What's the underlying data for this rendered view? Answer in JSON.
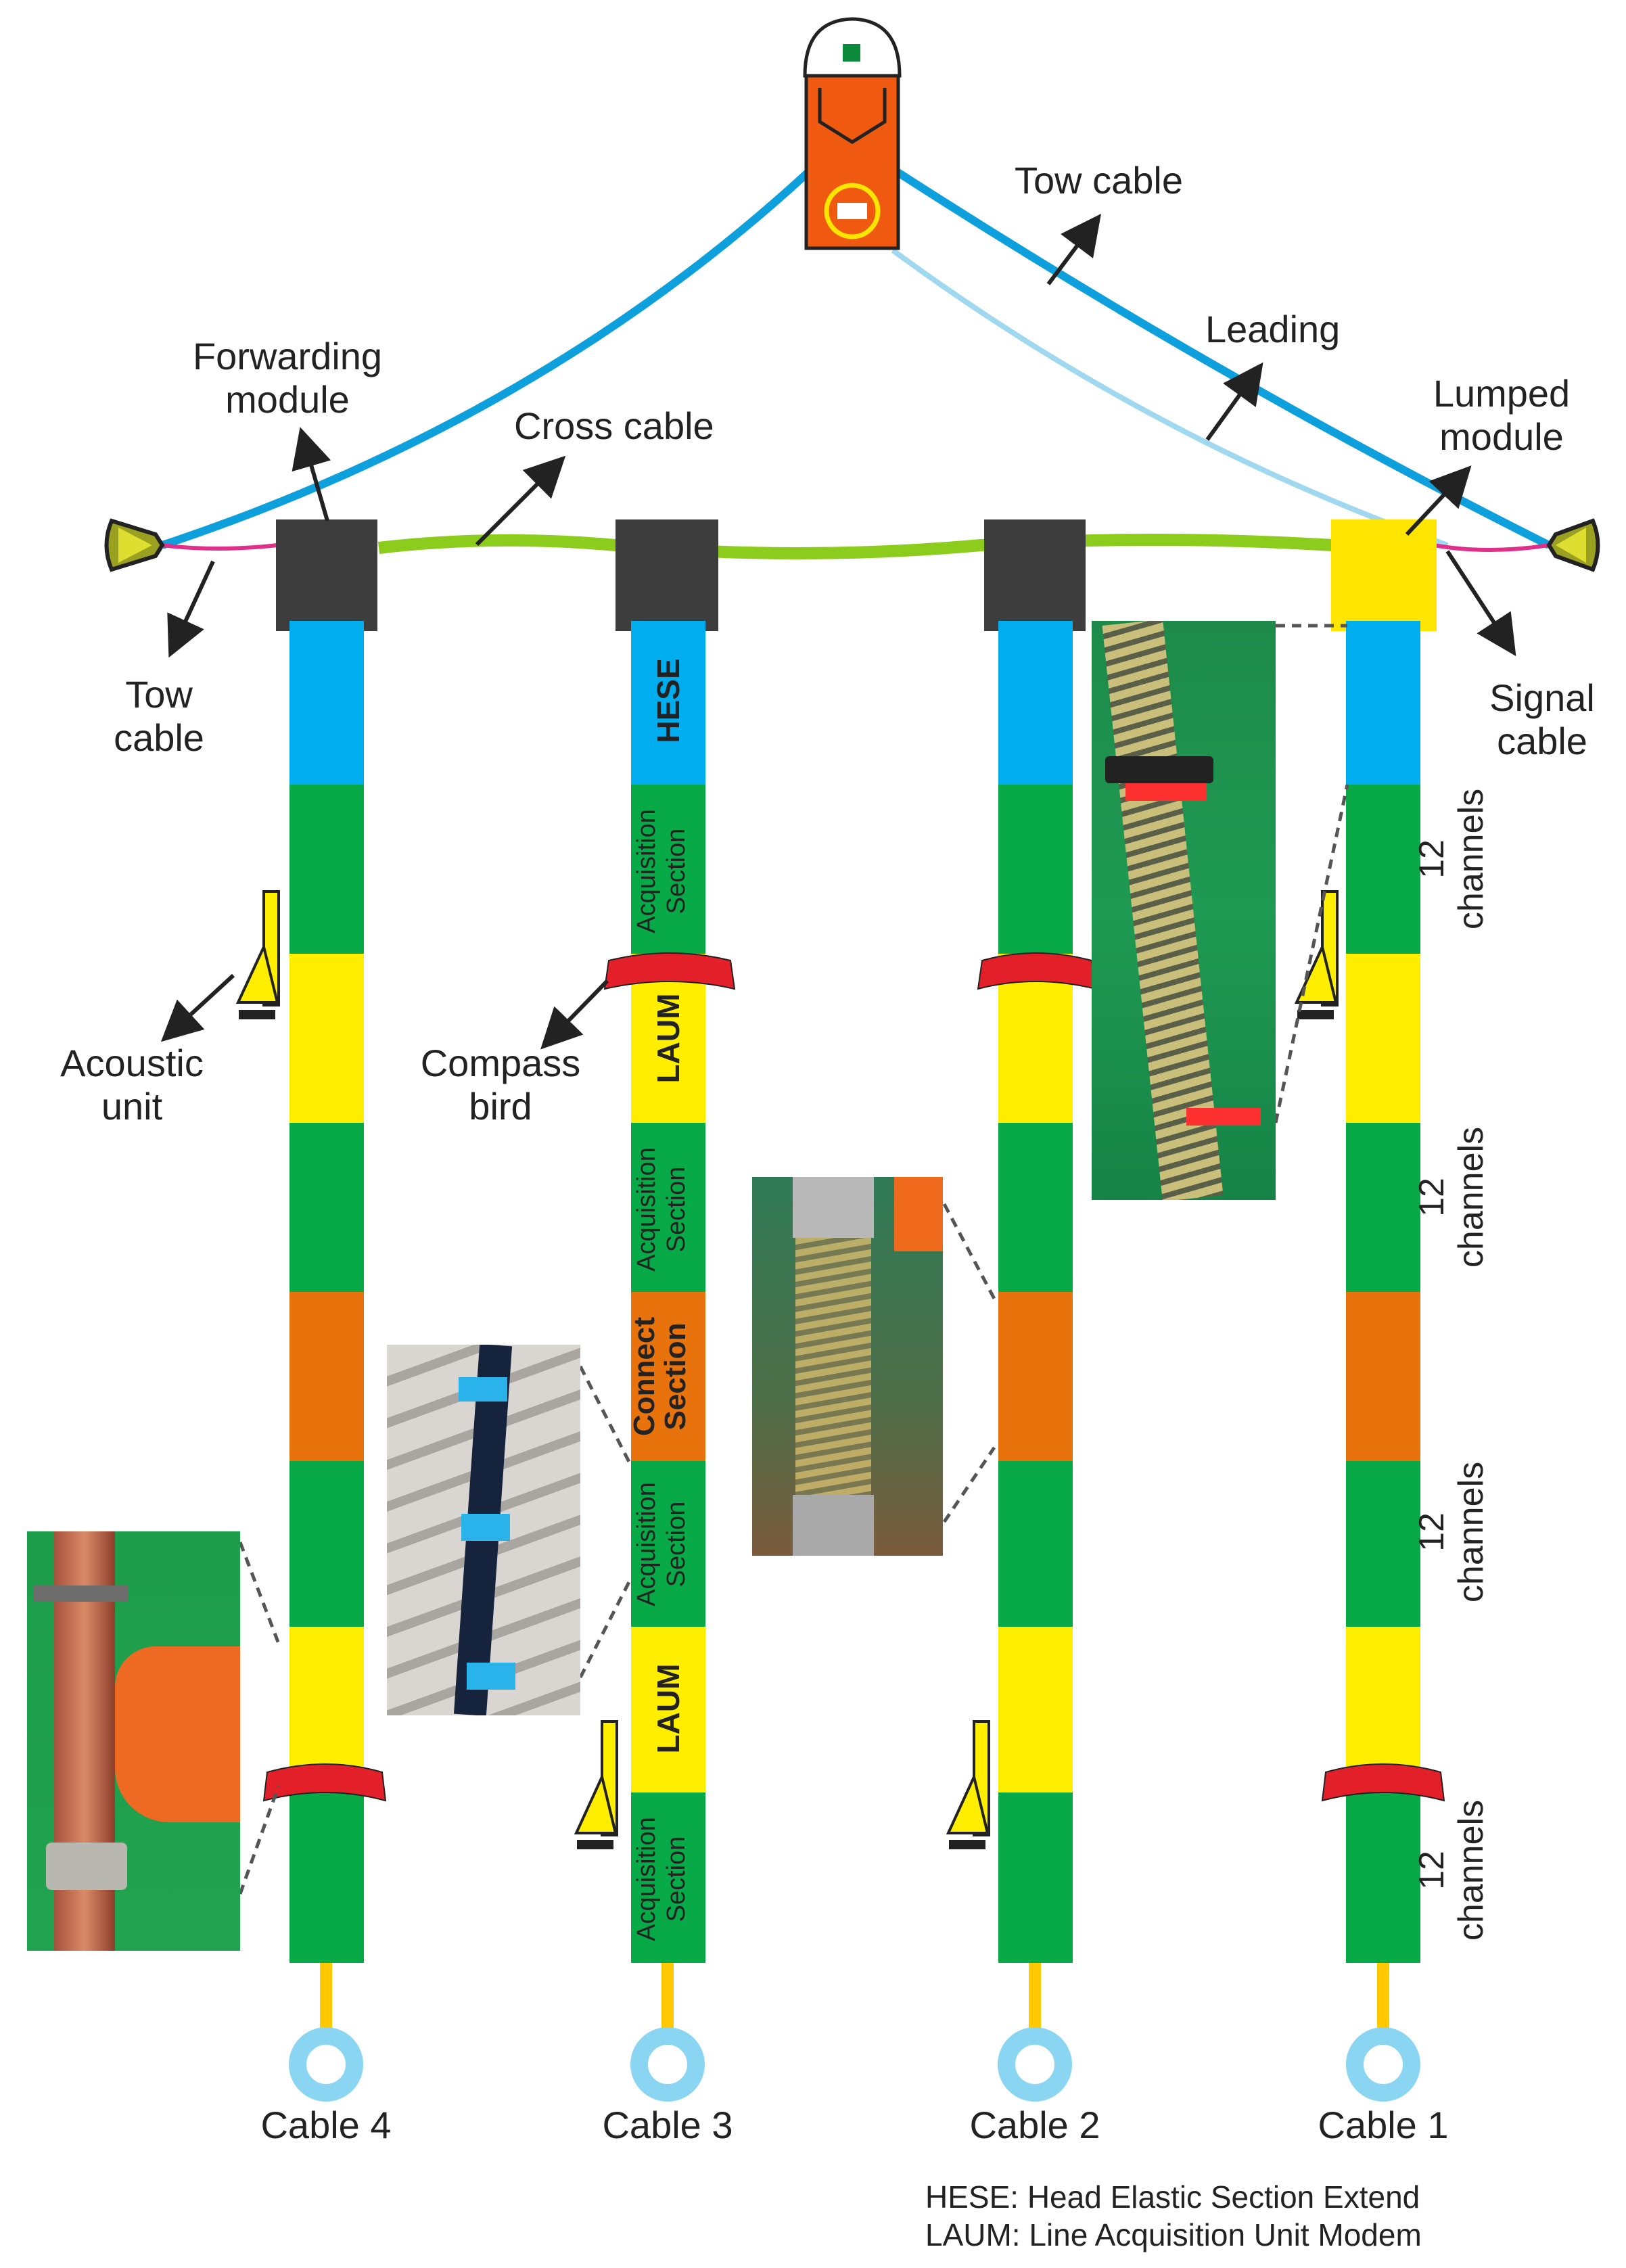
{
  "labels": {
    "tow_cable_top": "Tow cable",
    "leading": "Leading",
    "forwarding_module": [
      "Forwarding",
      "module"
    ],
    "cross_cable": "Cross cable",
    "lumped_module": [
      "Lumped",
      "module"
    ],
    "tow_cable_left": [
      "Tow",
      "cable"
    ],
    "signal_cable": [
      "Signal",
      "cable"
    ],
    "acoustic_unit": [
      "Acoustic",
      "unit"
    ],
    "compass_bird": [
      "Compass",
      "bird"
    ]
  },
  "sections": {
    "hese": "HESE",
    "laum": "LAUM",
    "acquisition": [
      "Acquisition",
      "Section"
    ],
    "connect": [
      "Connect",
      "Section"
    ]
  },
  "channels": [
    "12",
    "channels"
  ],
  "cables": [
    "Cable 4",
    "Cable 3",
    "Cable 2",
    "Cable 1"
  ],
  "legend": {
    "hese": "HESE: Head Elastic Section Extend",
    "laum": "LAUM: Line Acquisition Unit Modem"
  },
  "icons": [
    "ship-icon",
    "buoy-icon",
    "compass-bird-icon",
    "acoustic-unit-icon",
    "tail-buoy-icon"
  ],
  "colors": {
    "tow_cable": "#0ea0dc",
    "leading_cable": "#9fd8ef",
    "cross_cable": "#8ccc1c",
    "signal_cable": "#e0308a",
    "hese": "#00aeef",
    "acquisition": "#08aa48",
    "laum": "#ffee00",
    "connect": "#e8720c",
    "forwarding_module": "#3d3d3d",
    "lumped_module": "#ffe500",
    "compass_bird": "#e3202a",
    "ship": "#f05a10",
    "tail_buoy": "#8ad6f2"
  }
}
